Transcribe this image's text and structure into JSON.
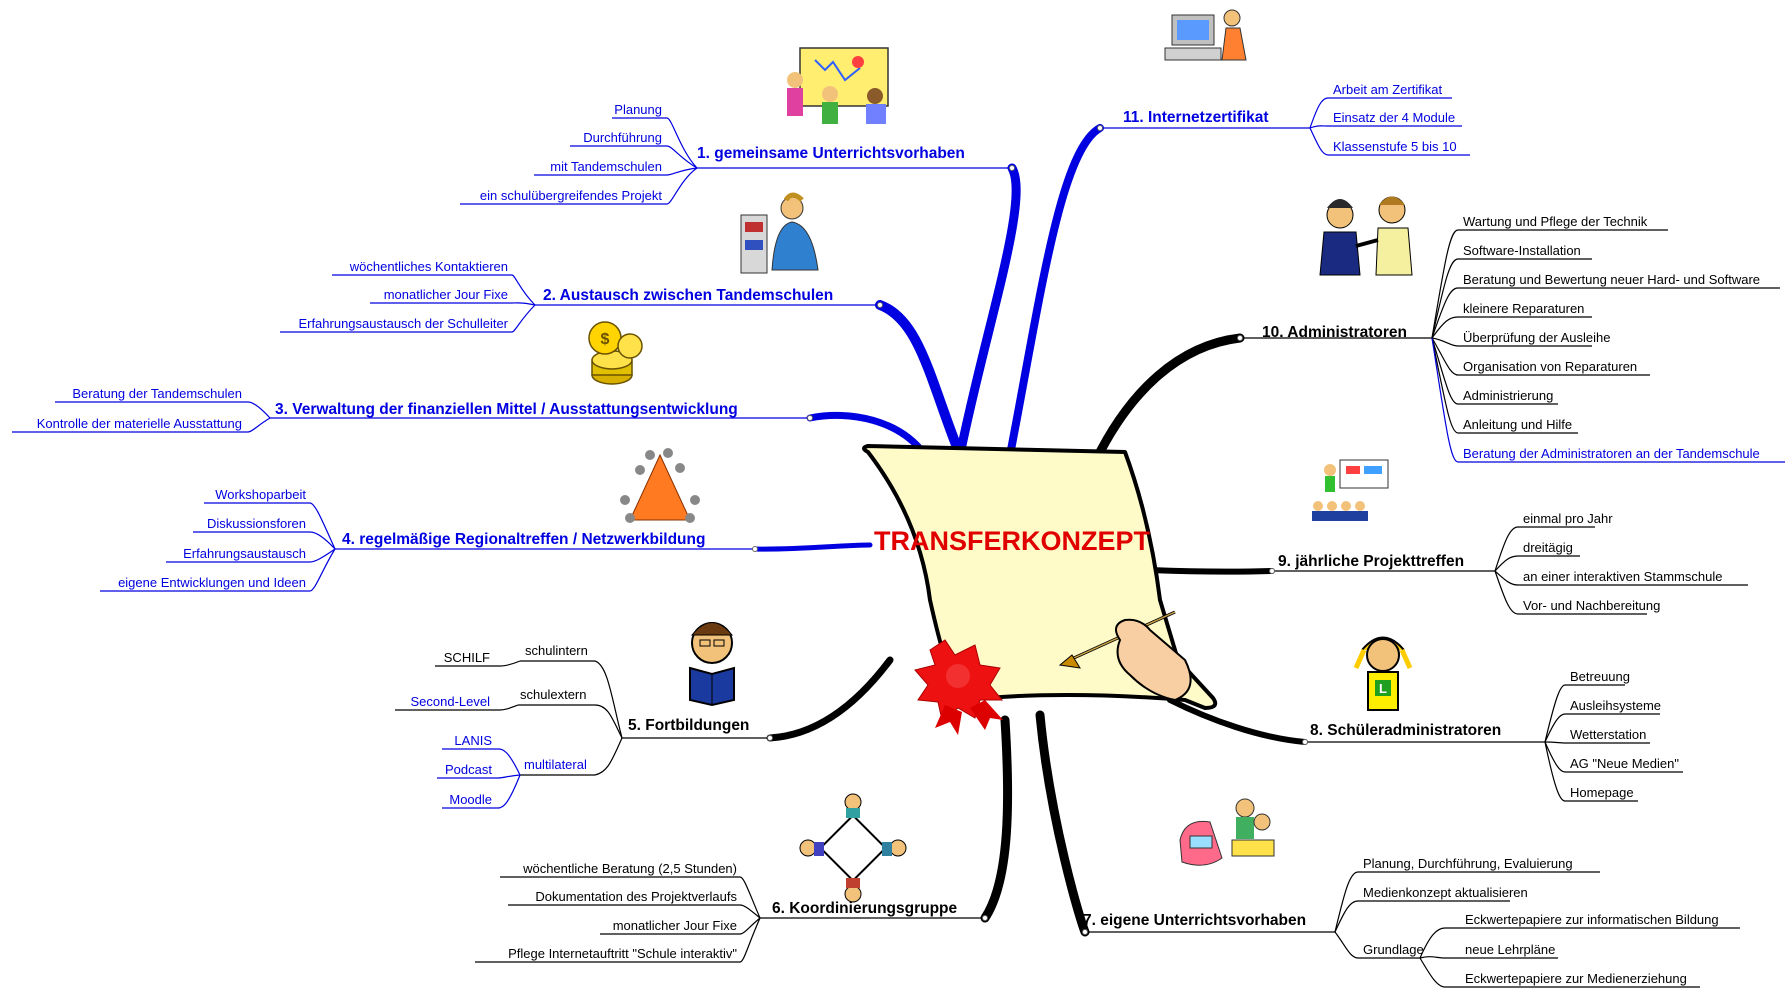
{
  "center": {
    "title": "TRANSFERKONZEPT"
  },
  "colors": {
    "blue_branch": "#0000e0",
    "black_branch": "#000000",
    "center_title": "#e00000",
    "paper": "#fffbc8"
  },
  "branches": [
    {
      "label": "1. gemeinsame Unterrichtsvorhaben",
      "color": "blue",
      "icon": "children-painting-icon",
      "leaves": [
        "Planung",
        "Durchführung",
        "mit Tandemschulen",
        "ein schulübergreifendes Projekt"
      ]
    },
    {
      "label": "2. Austausch zwischen Tandemschulen",
      "color": "blue",
      "icon": "people-exchange-icon",
      "leaves": [
        "wöchentliches Kontaktieren",
        "monatlicher Jour Fixe",
        "Erfahrungsaustausch der Schulleiter"
      ]
    },
    {
      "label": "3. Verwaltung der finanziellen Mittel / Ausstattungsentwicklung",
      "color": "blue",
      "icon": "coins-icon",
      "leaves": [
        "Beratung der Tandemschulen",
        "Kontrolle der materielle Ausstattung"
      ]
    },
    {
      "label": "4. regelmäßige Regionaltreffen / Netzwerkbildung",
      "color": "blue",
      "icon": "people-circle-icon",
      "leaves": [
        "Workshoparbeit",
        "Diskussionsforen",
        "Erfahrungsaustausch",
        "eigene Entwicklungen und Ideen"
      ]
    },
    {
      "label": "5. Fortbildungen",
      "color": "black",
      "icon": "student-reading-icon",
      "groups": [
        {
          "label": "schulintern",
          "leaves": [
            "SCHILF"
          ]
        },
        {
          "label": "schulextern",
          "leaves": [
            "Second-Level"
          ]
        },
        {
          "label": "multilateral",
          "leaves": [
            "LANIS",
            "Podcast",
            "Moodle"
          ]
        }
      ]
    },
    {
      "label": "6. Koordinierungsgruppe",
      "color": "black",
      "icon": "meeting-table-icon",
      "leaves": [
        "wöchentliche Beratung (2,5 Stunden)",
        "Dokumentation des Projektverlaufs",
        "monatlicher Jour Fixe",
        "Pflege Internetauftritt \"Schule interaktiv\""
      ]
    },
    {
      "label": "7. eigene Unterrichtsvorhaben",
      "color": "black",
      "icon": "kids-computer-icon",
      "leaves": [
        "Planung, Durchführung, Evaluierung",
        "Medienkonzept aktualisieren"
      ],
      "groups": [
        {
          "label": "Grundlage",
          "leaves": [
            "Eckwertepapiere zur informatischen Bildung",
            "neue Lehrpläne",
            "Eckwertepapiere zur Medienerziehung"
          ]
        }
      ]
    },
    {
      "label": "8. Schüleradministratoren",
      "color": "black",
      "icon": "girl-student-icon",
      "leaves": [
        "Betreuung",
        "Ausleihsysteme",
        "Wetterstation",
        "AG \"Neue Medien\"",
        "Homepage"
      ]
    },
    {
      "label": "9. jährliche Projekttreffen",
      "color": "black",
      "icon": "presentation-icon",
      "leaves": [
        "einmal pro Jahr",
        "dreitägig",
        "an einer interaktiven Stammschule",
        "Vor- und Nachbereitung"
      ]
    },
    {
      "label": "10. Administratoren",
      "color": "black",
      "icon": "handshake-icon",
      "leaves": [
        "Wartung und Pflege der Technik",
        "Software-Installation",
        "Beratung und Bewertung neuer Hard- und Software",
        "kleinere Reparaturen",
        "Überprüfung der Ausleihe",
        "Organisation von Reparaturen",
        "Administrierung",
        "Anleitung und Hilfe"
      ],
      "leaves_blue": [
        "Beratung der Administratoren an der Tandemschule"
      ]
    },
    {
      "label": "11. Internetzertifikat",
      "color": "blue",
      "icon": "person-at-computer-icon",
      "leaves": [
        "Arbeit am Zertifikat",
        "Einsatz der 4 Module",
        "Klassenstufe 5 bis 10"
      ]
    }
  ]
}
